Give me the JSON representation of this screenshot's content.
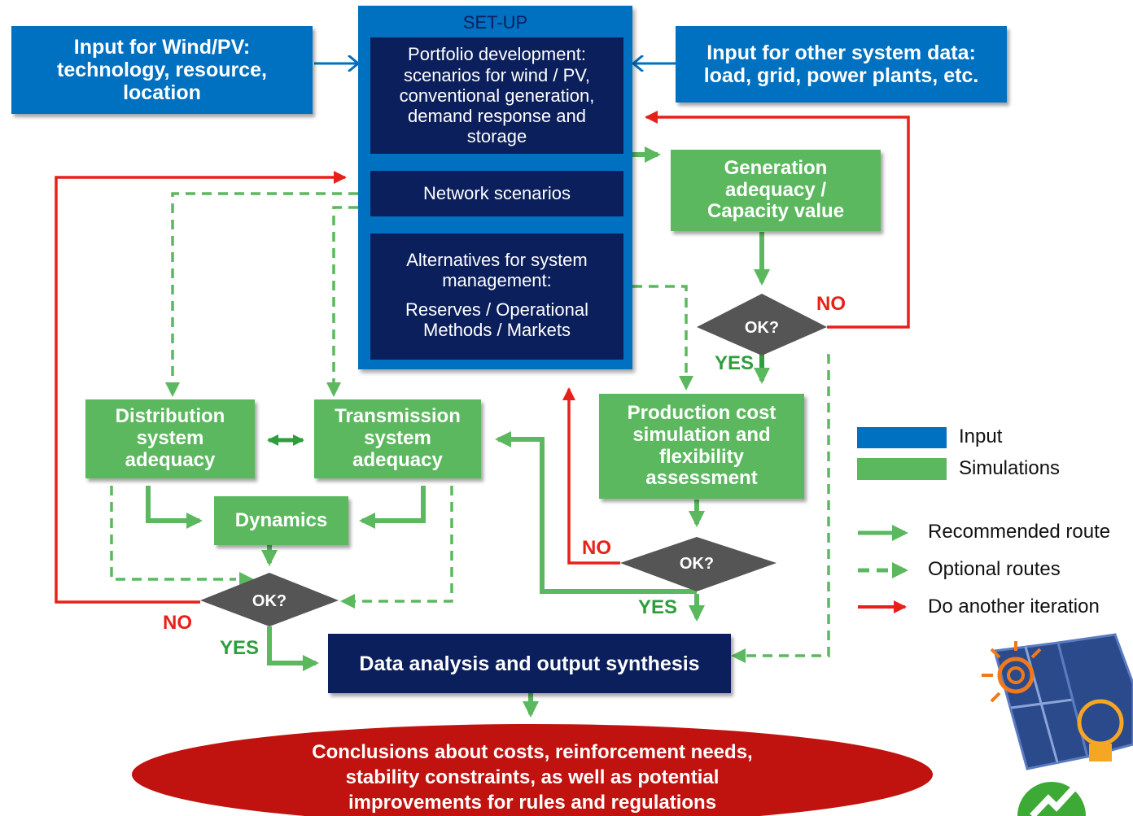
{
  "colors": {
    "input_blue": "#0070C0",
    "simulation_green": "#5CB85F",
    "setup_navy": "#0B1F5C",
    "iteration_red": "#E8201A",
    "decision_gray": "#555555"
  },
  "setup": {
    "title": "SET-UP",
    "portfolio": "Portfolio development:\nscenarios for wind  / PV,\nconventional generation,\ndemand response and\nstorage",
    "network": "Network scenarios",
    "alternatives_title": "Alternatives for system\nmanagement:",
    "alternatives_body": "Reserves / Operational\nMethods / Markets"
  },
  "inputs": {
    "wind_pv": "Input for Wind/PV:\ntechnology, resource,\nlocation",
    "other": "Input for other system data:\nload, grid, power plants, etc."
  },
  "simulations": {
    "generation": "Generation\nadequacy /\nCapacity value",
    "production": "Production  cost\nsimulation and\nflexibility\nassessment",
    "distribution": "Distribution\nsystem\nadequacy",
    "transmission": "Transmission\nsystem\nadequacy",
    "dynamics": "Dynamics"
  },
  "decisions": {
    "ok": "OK?"
  },
  "labels": {
    "no": "NO",
    "yes": "YES"
  },
  "output": "Data analysis and output synthesis",
  "conclusion": "Conclusions about costs, reinforcement needs,\nstability constraints, as well as potential\nimprovements for rules and regulations",
  "legend": {
    "input": "Input",
    "simulations": "Simulations",
    "recommended": "Recommended route",
    "optional": "Optional routes",
    "iteration": "Do another iteration"
  }
}
